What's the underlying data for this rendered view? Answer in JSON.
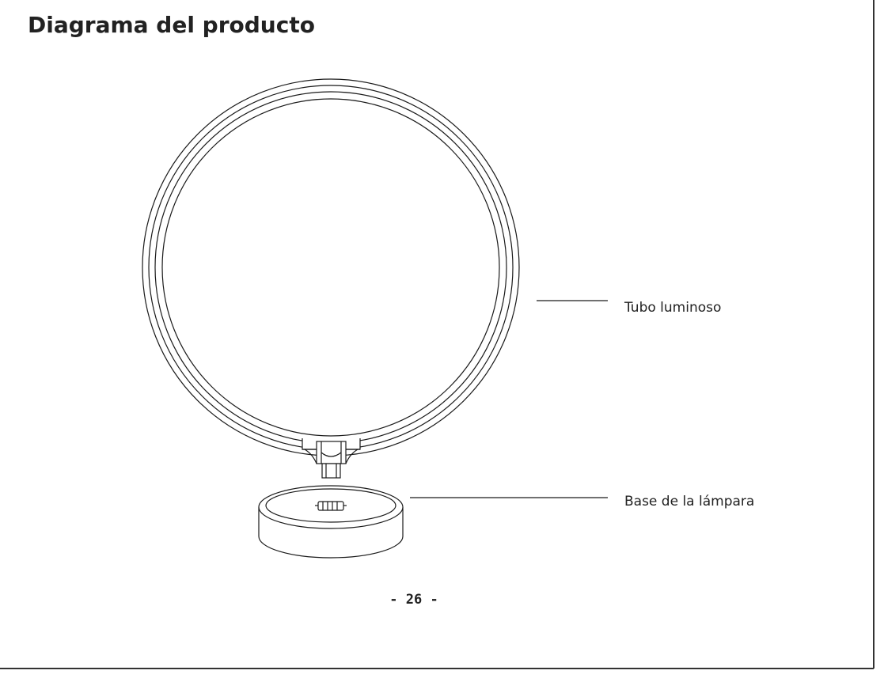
{
  "page": {
    "title": "Diagrama del producto",
    "page_number": "- 26 -"
  },
  "diagram": {
    "labels": {
      "tube": "Tubo luminoso",
      "base": "Base de la lámpara"
    }
  },
  "colors": {
    "stroke": "#1a1a1a",
    "background": "#ffffff"
  }
}
